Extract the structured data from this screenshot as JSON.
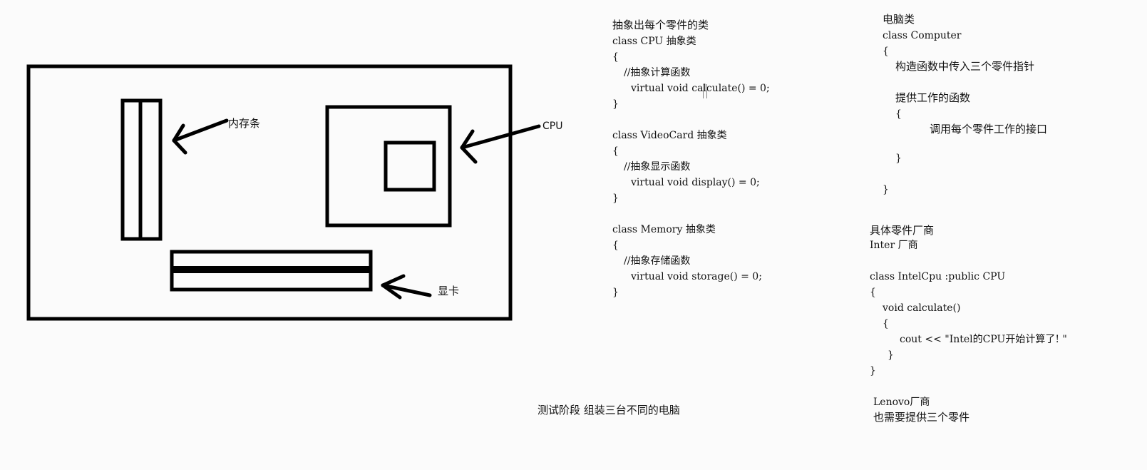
{
  "diagram": {
    "labels": {
      "memory": "内存条",
      "cpu": "CPU",
      "video_card": "显卡"
    }
  },
  "abstract_section": {
    "heading": "抽象出每个零件的类",
    "cpu": {
      "class_line": "class CPU 抽象类",
      "open": "{",
      "comment": "//抽象计算函数",
      "method": "virtual void calculate() = 0;",
      "close": "}"
    },
    "video_card": {
      "class_line": "class VideoCard 抽象类",
      "open": "{",
      "comment": "//抽象显示函数",
      "method": "virtual void display() = 0;",
      "close": "}"
    },
    "memory": {
      "class_line": "class Memory 抽象类",
      "open": "{",
      "comment": "//抽象存储函数",
      "method": "virtual void storage() = 0;",
      "close": "}"
    }
  },
  "computer_section": {
    "heading": "电脑类",
    "class_line": "class Computer",
    "open": "{",
    "constructor_note": "构造函数中传入三个零件指针",
    "work_function_note": "提供工作的函数",
    "inner_open": "{",
    "call_note": "调用每个零件工作的接口",
    "inner_close": "}",
    "close": "}"
  },
  "vendor_section": {
    "heading": "具体零件厂商",
    "intel_vendor": "Inter 厂商",
    "class_line": "class IntelCpu :public CPU",
    "open": "{",
    "method": "void calculate()",
    "method_open": "{",
    "cout_line": "cout << \"Intel的CPU开始计算了! \"",
    "method_close": "}",
    "close": "}",
    "lenovo_vendor": "Lenovo厂商",
    "lenovo_note": "也需要提供三个零件"
  },
  "test_note": "测试阶段 组装三台不同的电脑"
}
